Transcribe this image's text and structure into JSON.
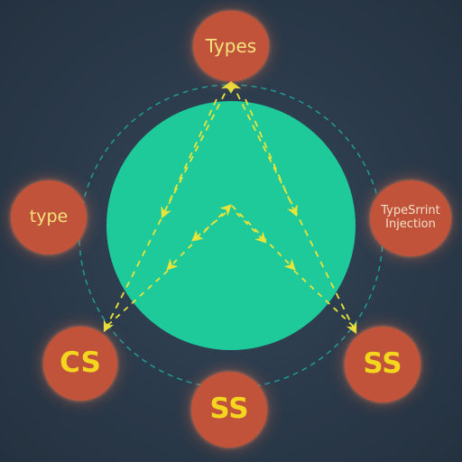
{
  "nodes": {
    "types": "Types",
    "type": "type",
    "typescript_injection_line1": "TypeSrrint",
    "typescript_injection_line2": "Injection",
    "cs": "CS",
    "ss_right": "SS",
    "ss_bottom": "SS"
  },
  "colors": {
    "background": "#2b3a4a",
    "center_circle": "#1ec99a",
    "orbit_ring": "#1f9c95",
    "node_fill": "#c0533a",
    "arrow": "#e8e43a",
    "label_yellow": "#f4d61e"
  },
  "icons": [
    "dashed-arrow",
    "arrowhead"
  ]
}
